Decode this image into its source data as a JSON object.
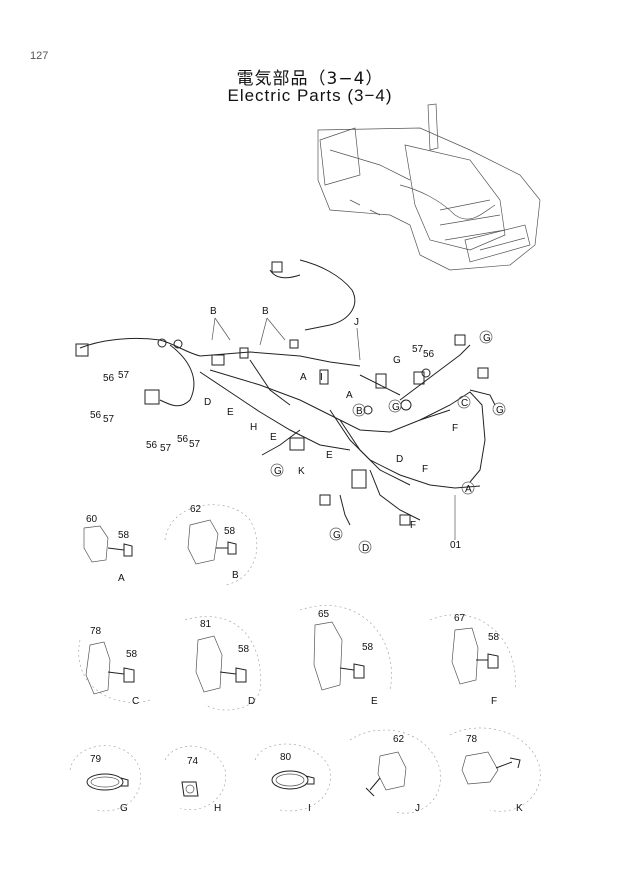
{
  "page_number": "127",
  "title_jp": "電気部品（3−4）",
  "title_en": "Electric Parts (3−4)",
  "main_callouts": {
    "harness_part": "01",
    "letters": [
      "B",
      "B",
      "J",
      "A",
      "I",
      "A",
      "B",
      "G",
      "G",
      "C",
      "G",
      "G",
      "D",
      "E",
      "H",
      "E",
      "G",
      "K",
      "E",
      "F",
      "D",
      "F",
      "A",
      "F",
      "G",
      "D"
    ],
    "numbers": [
      "56",
      "57",
      "56",
      "57",
      "56",
      "57",
      "56",
      "57",
      "57",
      "56"
    ]
  },
  "details": [
    {
      "letter": "A",
      "parts": [
        "60",
        "58"
      ]
    },
    {
      "letter": "B",
      "parts": [
        "62",
        "58"
      ]
    },
    {
      "letter": "C",
      "parts": [
        "78",
        "58"
      ]
    },
    {
      "letter": "D",
      "parts": [
        "81",
        "58"
      ]
    },
    {
      "letter": "E",
      "parts": [
        "65",
        "58"
      ]
    },
    {
      "letter": "F",
      "parts": [
        "67",
        "58"
      ]
    },
    {
      "letter": "G",
      "parts": [
        "79"
      ]
    },
    {
      "letter": "H",
      "parts": [
        "74"
      ]
    },
    {
      "letter": "I",
      "parts": [
        "80"
      ]
    },
    {
      "letter": "J",
      "parts": [
        "62"
      ]
    },
    {
      "letter": "K",
      "parts": [
        "78"
      ]
    }
  ]
}
